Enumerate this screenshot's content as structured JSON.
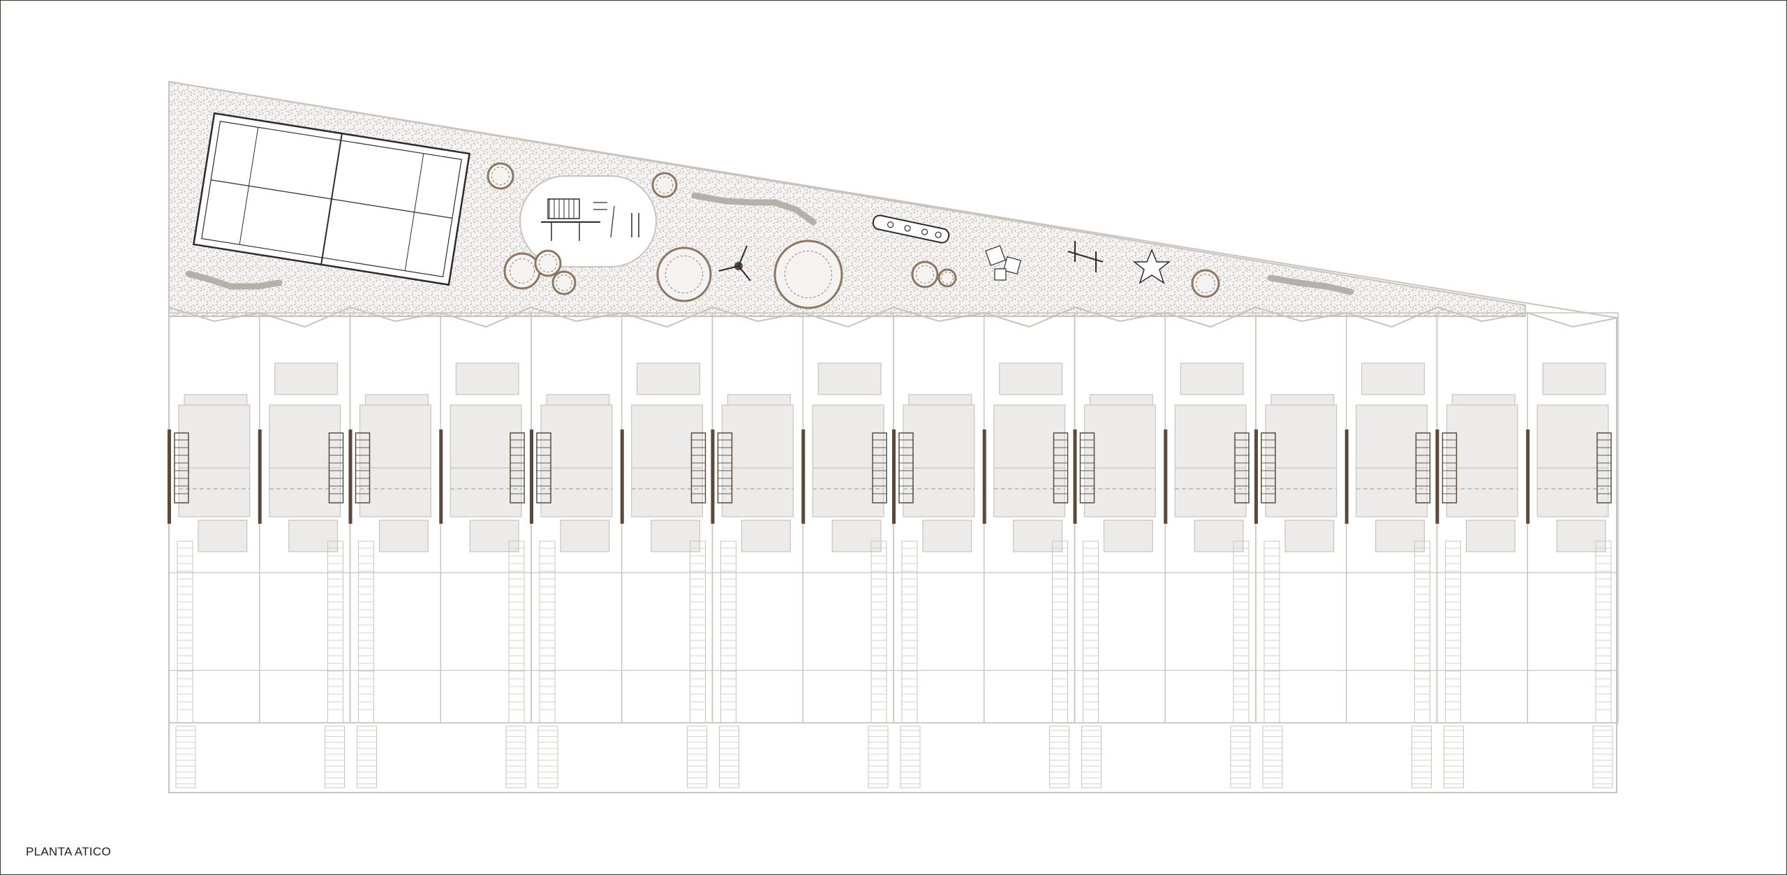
{
  "title": "PLANTA ATICO",
  "units": 16,
  "colors": {
    "line": "#c9c3bd",
    "line_dark": "#2b2b2b",
    "wall": "#5b4a3b",
    "fill_light": "#ecebea",
    "gravel": "#bdb8b2",
    "tree": "#8b7764",
    "frame": "#3a3a2e"
  },
  "site_features": [
    "sports-court",
    "playground",
    "trees",
    "benches",
    "spinner",
    "log",
    "play-blocks",
    "seesaw",
    "starfish-sculpture"
  ]
}
